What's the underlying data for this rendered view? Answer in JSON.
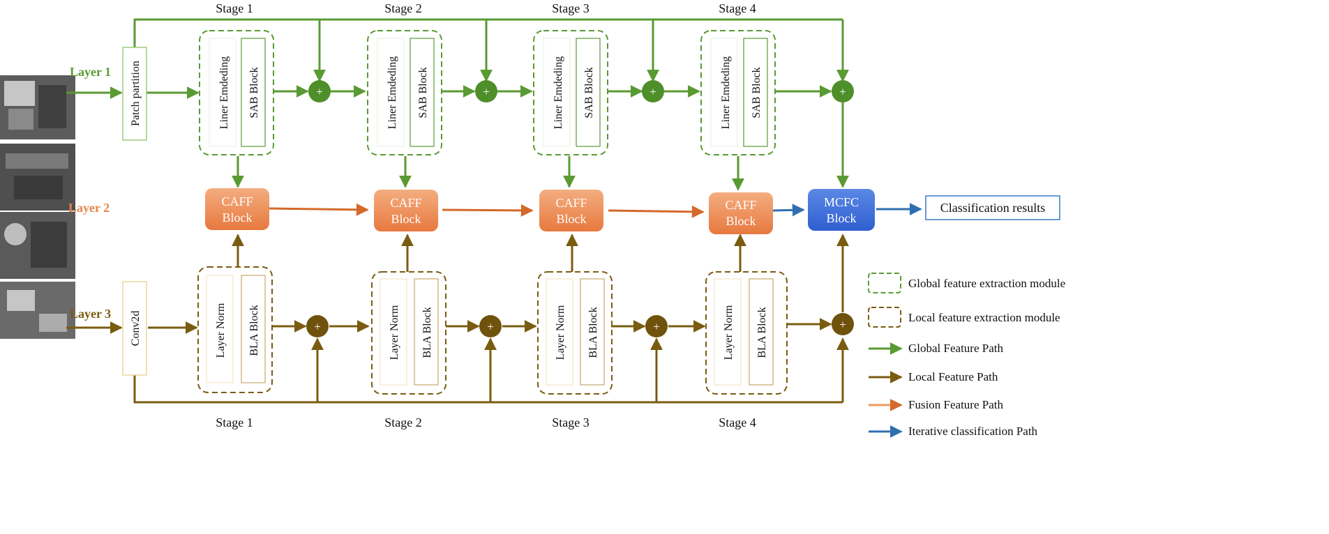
{
  "layers": {
    "layer1": "Layer 1",
    "layer2": "Layer 2",
    "layer3": "Layer 3"
  },
  "stages_top": [
    "Stage 1",
    "Stage 2",
    "Stage 3",
    "Stage 4"
  ],
  "stages_bottom": [
    "Stage 1",
    "Stage 2",
    "Stage 3",
    "Stage 4"
  ],
  "patch_partition": "Patch partition",
  "conv2d": "Conv2d",
  "global_module": {
    "embed_label": "Liner Emdeding",
    "block_label": "SAB Block"
  },
  "local_module": {
    "norm_label": "Layer Norm",
    "block_label": "BLA Block"
  },
  "caff": {
    "line1": "CAFF",
    "line2": "Block"
  },
  "mcfc": {
    "line1": "MCFC",
    "line2": "Block"
  },
  "sum_symbol": "+",
  "output": "Classification results",
  "legend": {
    "global_module": "Global feature extraction module",
    "local_module": "Local feature extraction module",
    "global_path": "Global Feature Path",
    "local_path": "Local Feature Path",
    "fusion_path": "Fusion Feature Path",
    "iterative_path": "Iterative classification Path"
  },
  "colors": {
    "global": "#5a9a32",
    "local": "#7a5c10",
    "fusion": "#e98a4f",
    "fusion_arrow": "#d4692a",
    "mcfc": "#3d6fd8",
    "iterative": "#2f6fb0",
    "layer2_text": "#e5854a",
    "output_border": "#3b78c0"
  }
}
